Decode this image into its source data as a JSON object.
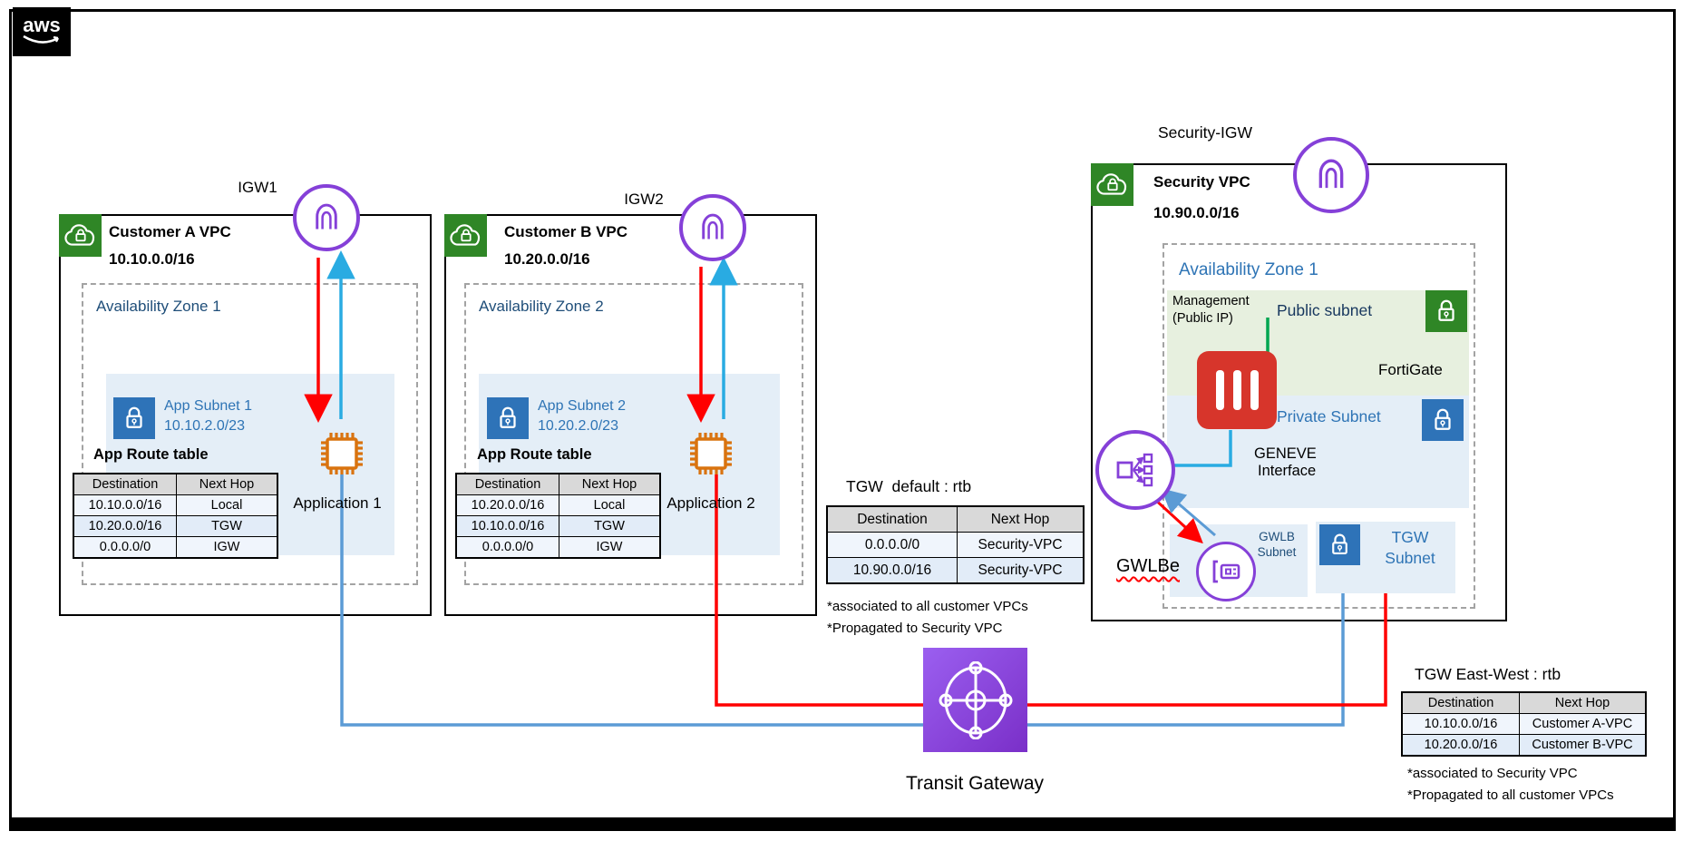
{
  "logo": {
    "text": "aws"
  },
  "vpc_a": {
    "igw_label": "IGW1",
    "title": "Customer A VPC",
    "cidr": "10.10.0.0/16",
    "az_label": "Availability Zone 1",
    "subnet": {
      "name": "App Subnet 1",
      "cidr": "10.10.2.0/23"
    },
    "route_table_title": "App Route table",
    "route_table": {
      "headers": [
        "Destination",
        "Next Hop"
      ],
      "rows": [
        [
          "10.10.0.0/16",
          "Local"
        ],
        [
          "10.20.0.0/16",
          "TGW"
        ],
        [
          "0.0.0.0/0",
          "IGW"
        ]
      ]
    },
    "app_label": "Application 1"
  },
  "vpc_b": {
    "igw_label": "IGW2",
    "title": "Customer B VPC",
    "cidr": "10.20.0.0/16",
    "az_label": "Availability Zone 2",
    "subnet": {
      "name": "App Subnet 2",
      "cidr": "10.20.2.0/23"
    },
    "route_table_title": "App Route table",
    "route_table": {
      "headers": [
        "Destination",
        "Next Hop"
      ],
      "rows": [
        [
          "10.20.0.0/16",
          "Local"
        ],
        [
          "10.10.0.0/16",
          "TGW"
        ],
        [
          "0.0.0.0/0",
          "IGW"
        ]
      ]
    },
    "app_label": "Application 2"
  },
  "security_vpc": {
    "igw_label": "Security-IGW",
    "title": "Security VPC",
    "cidr": "10.90.0.0/16",
    "az_label": "Availability Zone 1",
    "management": {
      "line1": "Management",
      "line2": "(Public IP)"
    },
    "public_subnet_label": "Public subnet",
    "fortigate_label": "FortiGate",
    "private_subnet_label": "Private Subnet",
    "geneve": {
      "line1": "GENEVE",
      "line2": "Interface"
    },
    "gwlbe_label": "GWLBe",
    "gwlb_subnet": {
      "line1": "GWLB",
      "line2": "Subnet"
    },
    "tgw_subnet": {
      "line1": "TGW",
      "line2": "Subnet"
    }
  },
  "transit_gateway": {
    "label": "Transit Gateway"
  },
  "tgw_default_rtb": {
    "title": "TGW  default : rtb",
    "headers": [
      "Destination",
      "Next Hop"
    ],
    "rows": [
      [
        "0.0.0.0/0",
        "Security-VPC"
      ],
      [
        "10.90.0.0/16",
        "Security-VPC"
      ]
    ],
    "notes": [
      "*associated to all customer VPCs",
      "*Propagated to Security VPC"
    ]
  },
  "tgw_east_west_rtb": {
    "title": "TGW East-West : rtb",
    "headers": [
      "Destination",
      "Next Hop"
    ],
    "rows": [
      [
        "10.10.0.0/16",
        "Customer A-VPC"
      ],
      [
        "10.20.0.0/16",
        "Customer B-VPC"
      ]
    ],
    "notes": [
      "*associated to Security VPC",
      "*Propagated to all customer VPCs"
    ]
  },
  "colors": {
    "purple": "#8540d8",
    "green": "#2f8626",
    "blue_lock": "#2e73b8",
    "red": "#ff0000",
    "cyan": "#29abe2",
    "steel_blue": "#5b9bd5",
    "orange": "#d9730f",
    "fortigate_red": "#d7352b",
    "subnet_blue_bg": "#e4eef7",
    "subnet_green_bg": "#e7f0df",
    "dark_blue": "#1f4e79"
  }
}
